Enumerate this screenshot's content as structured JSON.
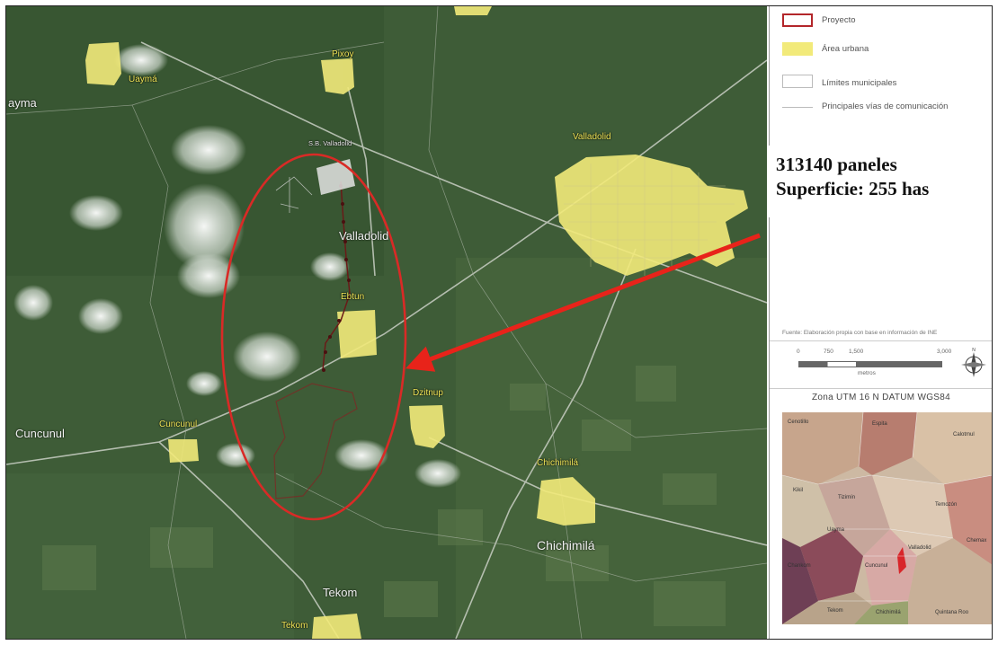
{
  "legend": {
    "items": [
      {
        "label": "Proyecto",
        "kind": "outline",
        "color": "#b3262a"
      },
      {
        "label": "Área urbana",
        "kind": "fill",
        "color": "#f2ea7a"
      },
      {
        "label": "Límites municipales",
        "kind": "outline",
        "color": "#bbbbbb"
      },
      {
        "label": "Principales vías de comunicación",
        "kind": "line",
        "color": "#bbbbbb"
      }
    ]
  },
  "callout": {
    "line1": "313140  paneles",
    "line2": "Superficie: 255 has"
  },
  "source": "Fuente: Elaboración propia con base en información de INE",
  "scale": {
    "ticks": [
      "0",
      "750",
      "1,500",
      "3,000"
    ],
    "unit": "metros"
  },
  "coordinate_system": "Zona UTM 16 N     DATUM WGS84",
  "places": {
    "uayma": "Uaymá",
    "ayma": "ayma",
    "pixoy": "Pixoy",
    "valladolid": "Valladolid",
    "valladolid_label": "Valladolid",
    "sb_valladolid": "S.B. Valladolid",
    "ebtun": "Ebtun",
    "dzitnup": "Dzitnup",
    "cuncunul": "Cuncunul",
    "cuncunul_muni": "Cuncunul",
    "chichimila": "Chichimilá",
    "chichimila_muni": "Chichimilá",
    "tekom": "Tekom",
    "tekom2": "Tekom"
  },
  "inset": {
    "labels": [
      "Cenotillo",
      "Espita",
      "Calotmul",
      "Kikil",
      "Tizimín",
      "Temozón",
      "Uayma",
      "Valladolid",
      "Chemax",
      "Chankom",
      "Cuncunul",
      "Tekom",
      "Chichimilá",
      "Quintana Roo"
    ]
  },
  "colors": {
    "project": "#b3262a",
    "urban": "#f2ea7a",
    "arrow": "#e8231a"
  }
}
